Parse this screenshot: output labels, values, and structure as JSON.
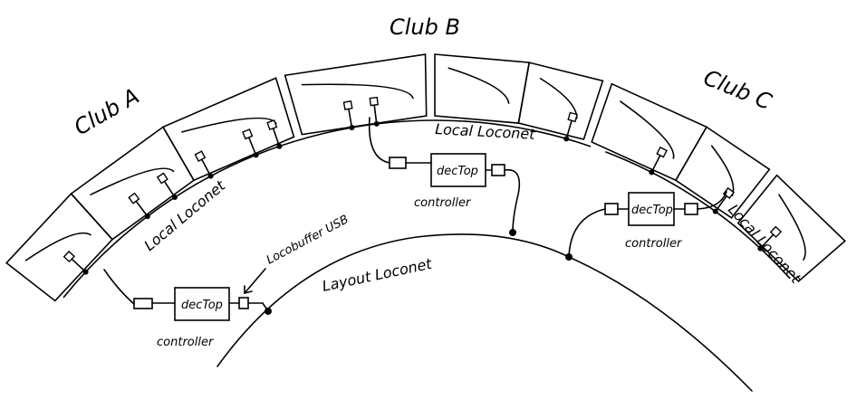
{
  "clubs": {
    "a": "Club A",
    "b": "Club B",
    "c": "Club C"
  },
  "local_loconet": {
    "a": "Local Loconet",
    "b": "Local Loconet",
    "c": "Local Loconet"
  },
  "layout_loconet": "Layout Loconet",
  "locobuffer": "Locobuffer USB",
  "controllers": [
    {
      "box": "decTop",
      "label": "controller"
    },
    {
      "box": "decTop",
      "label": "controller"
    },
    {
      "box": "decTop",
      "label": "controller"
    }
  ]
}
